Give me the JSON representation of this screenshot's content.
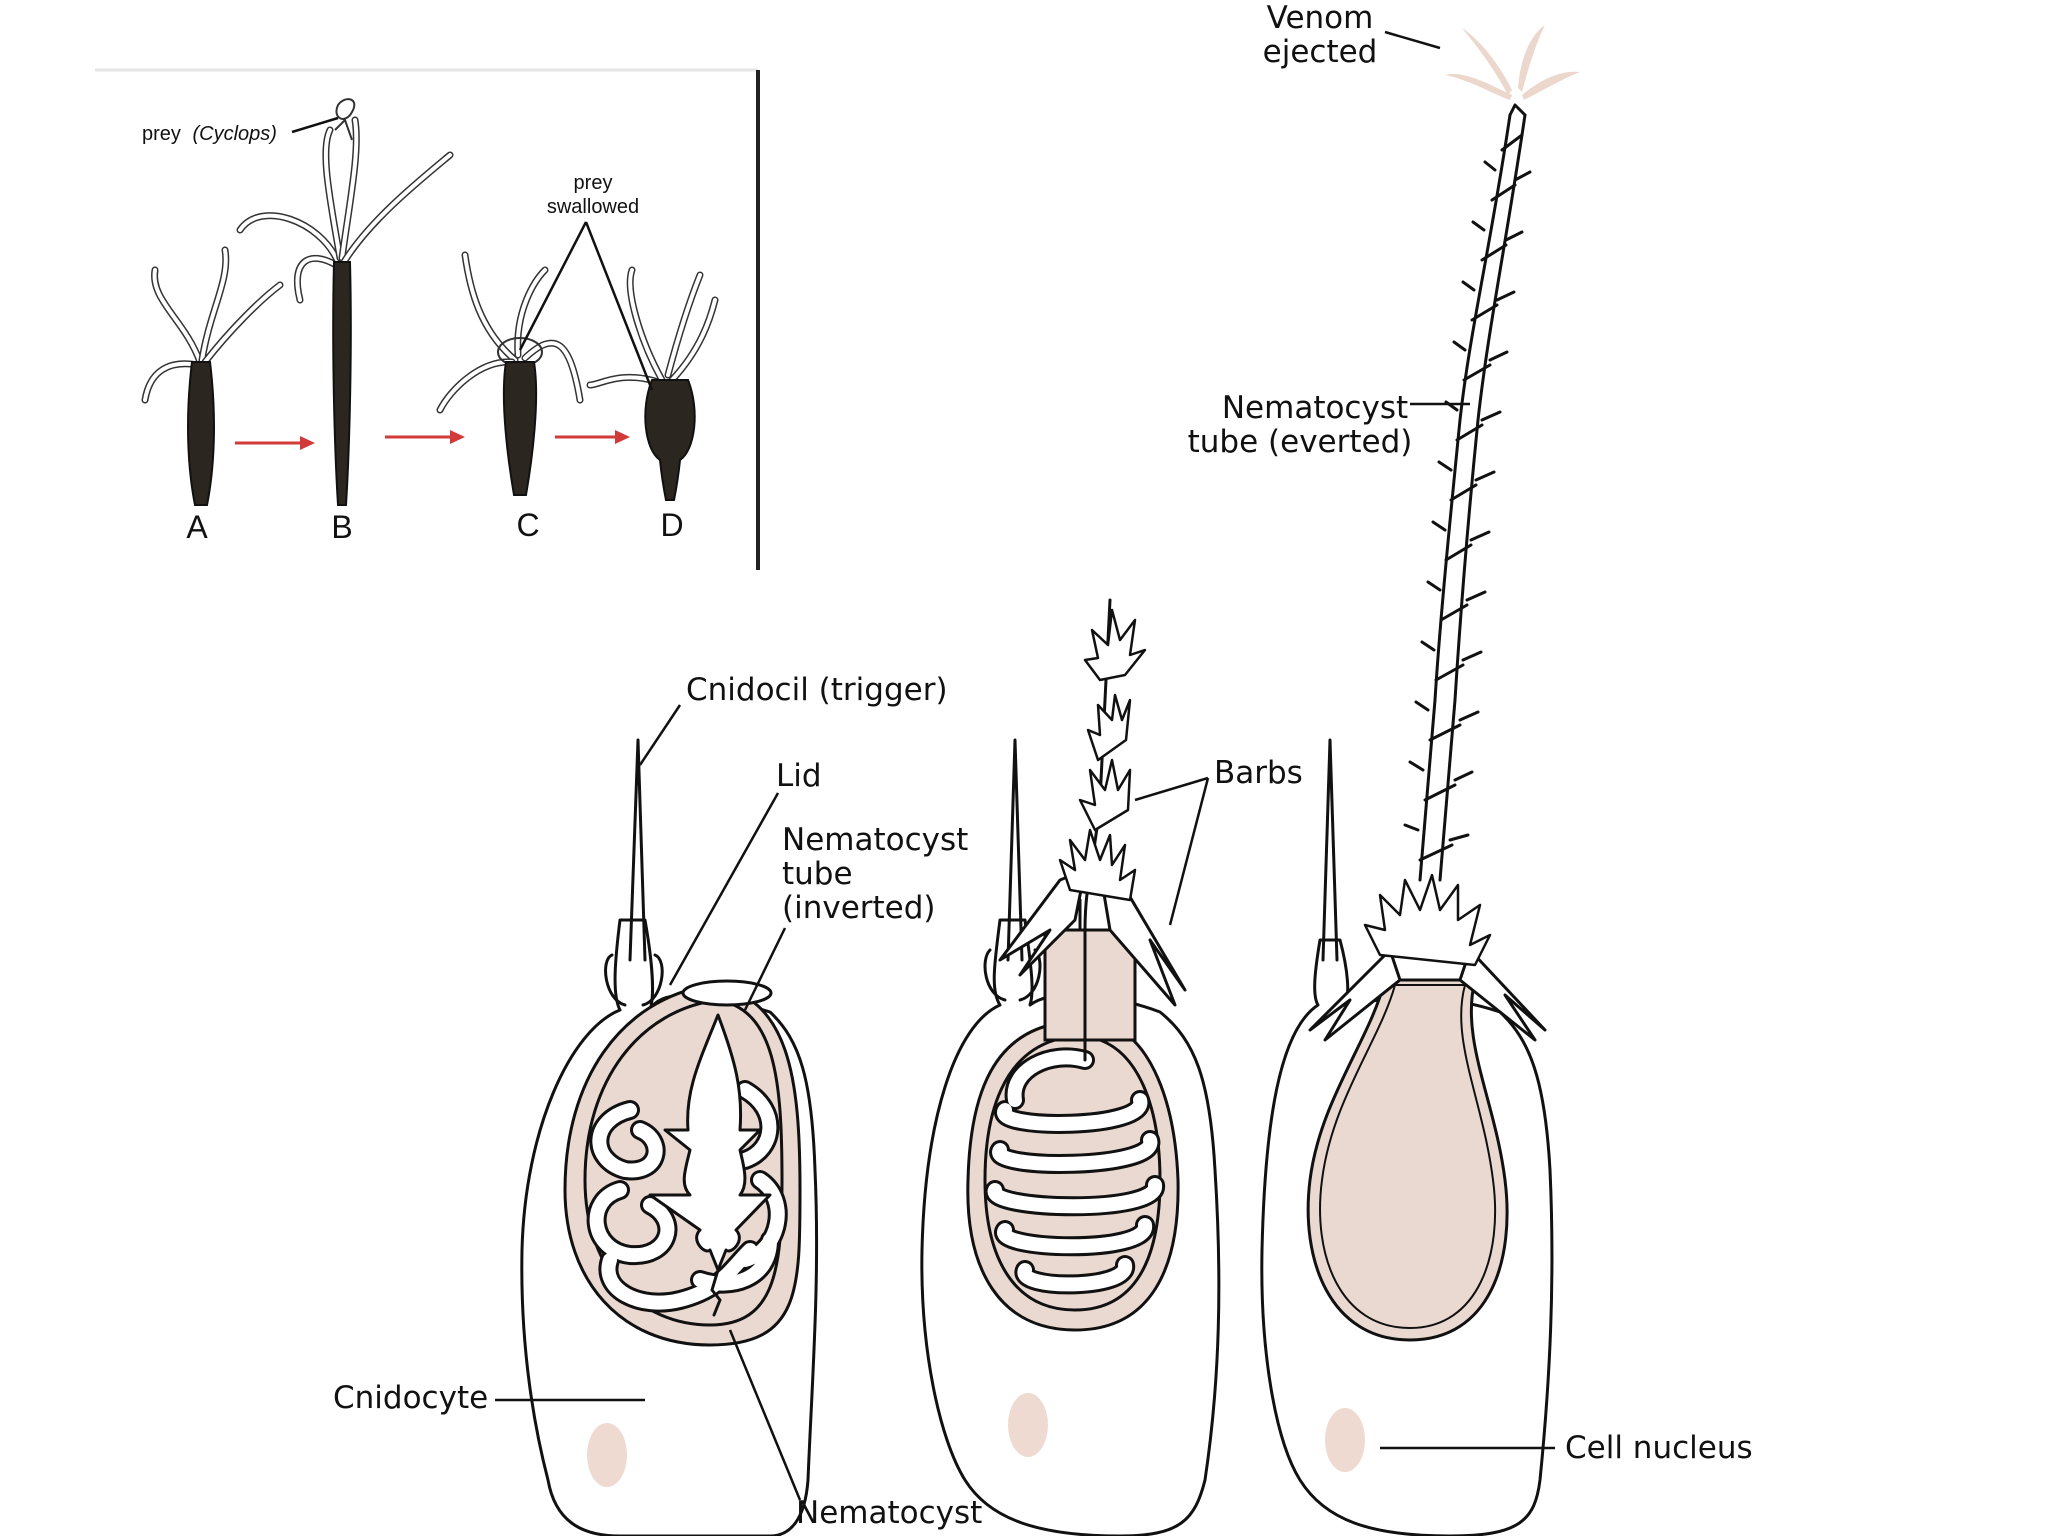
{
  "inset": {
    "prey_label": "prey",
    "prey_species": "(Cyclops)",
    "swallowed_line1": "prey",
    "swallowed_line2": "swallowed",
    "stages": [
      "A",
      "B",
      "C",
      "D"
    ],
    "arrow_color": "#d23a3a"
  },
  "labels": {
    "venom_line1": "Venom",
    "venom_line2": "ejected",
    "tube_everted_line1": "Nematocyst",
    "tube_everted_line2": "tube (everted)",
    "cnidocil": "Cnidocil (trigger)",
    "lid": "Lid",
    "tube_inverted_line1": "Nematocyst",
    "tube_inverted_line2": "tube",
    "tube_inverted_line3": "(inverted)",
    "barbs": "Barbs",
    "cnidocyte": "Cnidocyte",
    "nematocyst": "Nematocyst",
    "cell_nucleus": "Cell nucleus"
  },
  "colors": {
    "capsule_fill": "#ead9d1",
    "nucleus_fill": "#efdad2",
    "venom_spray": "#ecd7cc"
  }
}
